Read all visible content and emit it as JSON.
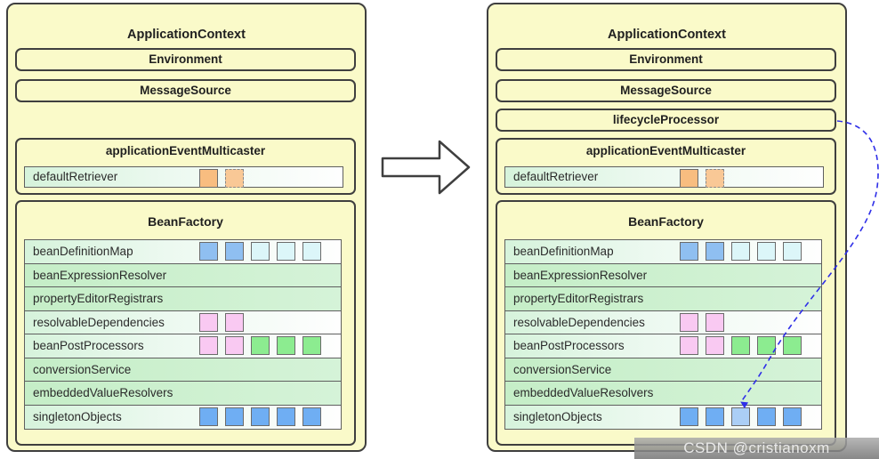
{
  "left_panel": {
    "title": "ApplicationContext",
    "environment_label": "Environment",
    "message_source_label": "MessageSource",
    "multicaster": {
      "title": "applicationEventMulticaster",
      "row_label": "defaultRetriever",
      "squares": [
        {
          "color": "#F8BD80",
          "dashed": false
        },
        {
          "color": "#F9C896",
          "dashed": true
        }
      ]
    },
    "bean_factory": {
      "title": "BeanFactory",
      "rows": [
        {
          "label": "beanDefinitionMap",
          "squares": [
            {
              "color": "#8FBFF1"
            },
            {
              "color": "#8FBFF1"
            },
            {
              "color": "#DCF6F9"
            },
            {
              "color": "#DCF6F9"
            },
            {
              "color": "#DCF6F9"
            }
          ]
        },
        {
          "label": "beanExpressionResolver",
          "squares": []
        },
        {
          "label": "propertyEditorRegistrars",
          "squares": []
        },
        {
          "label": "resolvableDependencies",
          "squares": [
            {
              "color": "#F9C9F2"
            },
            {
              "color": "#F9C9F2"
            }
          ]
        },
        {
          "label": "beanPostProcessors",
          "squares": [
            {
              "color": "#F9C9F2"
            },
            {
              "color": "#F9C9F2"
            },
            {
              "color": "#8CEC90"
            },
            {
              "color": "#8CEC90"
            },
            {
              "color": "#8CEC90"
            }
          ]
        },
        {
          "label": "conversionService",
          "squares": []
        },
        {
          "label": "embeddedValueResolvers",
          "squares": []
        },
        {
          "label": "singletonObjects",
          "squares": [
            {
              "color": "#6FAEF3"
            },
            {
              "color": "#6FAEF3"
            },
            {
              "color": "#6FAEF3"
            },
            {
              "color": "#6FAEF3"
            },
            {
              "color": "#6FAEF3"
            }
          ]
        }
      ]
    }
  },
  "right_panel": {
    "title": "ApplicationContext",
    "environment_label": "Environment",
    "message_source_label": "MessageSource",
    "lifecycle_label": "lifecycleProcessor",
    "multicaster": {
      "title": "applicationEventMulticaster",
      "row_label": "defaultRetriever",
      "squares": [
        {
          "color": "#F8BD80",
          "dashed": false
        },
        {
          "color": "#F9C896",
          "dashed": true
        }
      ]
    },
    "bean_factory": {
      "title": "BeanFactory",
      "rows": [
        {
          "label": "beanDefinitionMap",
          "squares": [
            {
              "color": "#8FBFF1"
            },
            {
              "color": "#8FBFF1"
            },
            {
              "color": "#DCF6F9"
            },
            {
              "color": "#DCF6F9"
            },
            {
              "color": "#DCF6F9"
            }
          ]
        },
        {
          "label": "beanExpressionResolver",
          "squares": []
        },
        {
          "label": "propertyEditorRegistrars",
          "squares": []
        },
        {
          "label": "resolvableDependencies",
          "squares": [
            {
              "color": "#F9C9F2"
            },
            {
              "color": "#F9C9F2"
            }
          ]
        },
        {
          "label": "beanPostProcessors",
          "squares": [
            {
              "color": "#F9C9F2"
            },
            {
              "color": "#F9C9F2"
            },
            {
              "color": "#8CEC90"
            },
            {
              "color": "#8CEC90"
            },
            {
              "color": "#8CEC90"
            }
          ]
        },
        {
          "label": "conversionService",
          "squares": []
        },
        {
          "label": "embeddedValueResolvers",
          "squares": []
        },
        {
          "label": "singletonObjects",
          "squares": [
            {
              "color": "#6FAEF3"
            },
            {
              "color": "#6FAEF3"
            },
            {
              "color": "#ABCEF6"
            },
            {
              "color": "#6FAEF3"
            },
            {
              "color": "#6FAEF3"
            }
          ]
        }
      ]
    }
  },
  "watermark": {
    "text": "CSDN @cristianoxm"
  },
  "colors": {
    "panel_bg": "#FAFAC9",
    "border_dark": "#3F3F3F",
    "row_green": "#C5EEC7",
    "connector_blue": "#2F2FE8",
    "highlight_blue": "#ABCEF6",
    "orange": "#F8BD80"
  }
}
